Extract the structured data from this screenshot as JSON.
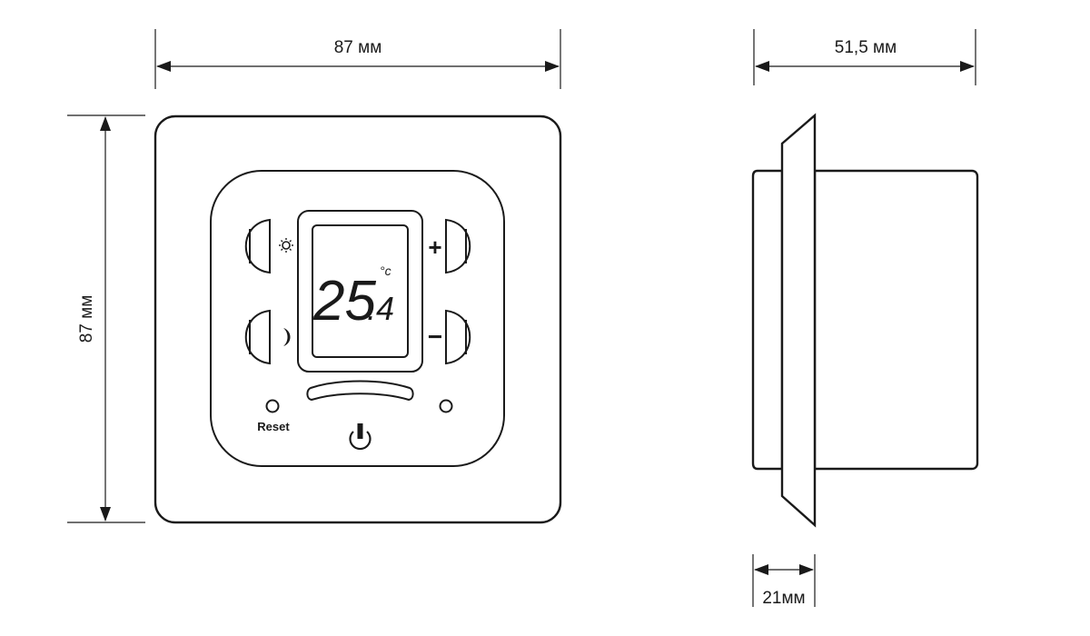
{
  "dimensions": {
    "front_width": "87 мм",
    "front_height": "87 мм",
    "side_depth": "51,5 мм",
    "frame_depth": "21мм"
  },
  "display": {
    "temperature_integer": "25",
    "temperature_decimal": ".4",
    "unit": "°c"
  },
  "controls": {
    "reset_label": "Reset",
    "plus_symbol": "+",
    "minus_symbol": "−"
  },
  "colors": {
    "line": "#1a1a1a",
    "background": "#ffffff"
  }
}
